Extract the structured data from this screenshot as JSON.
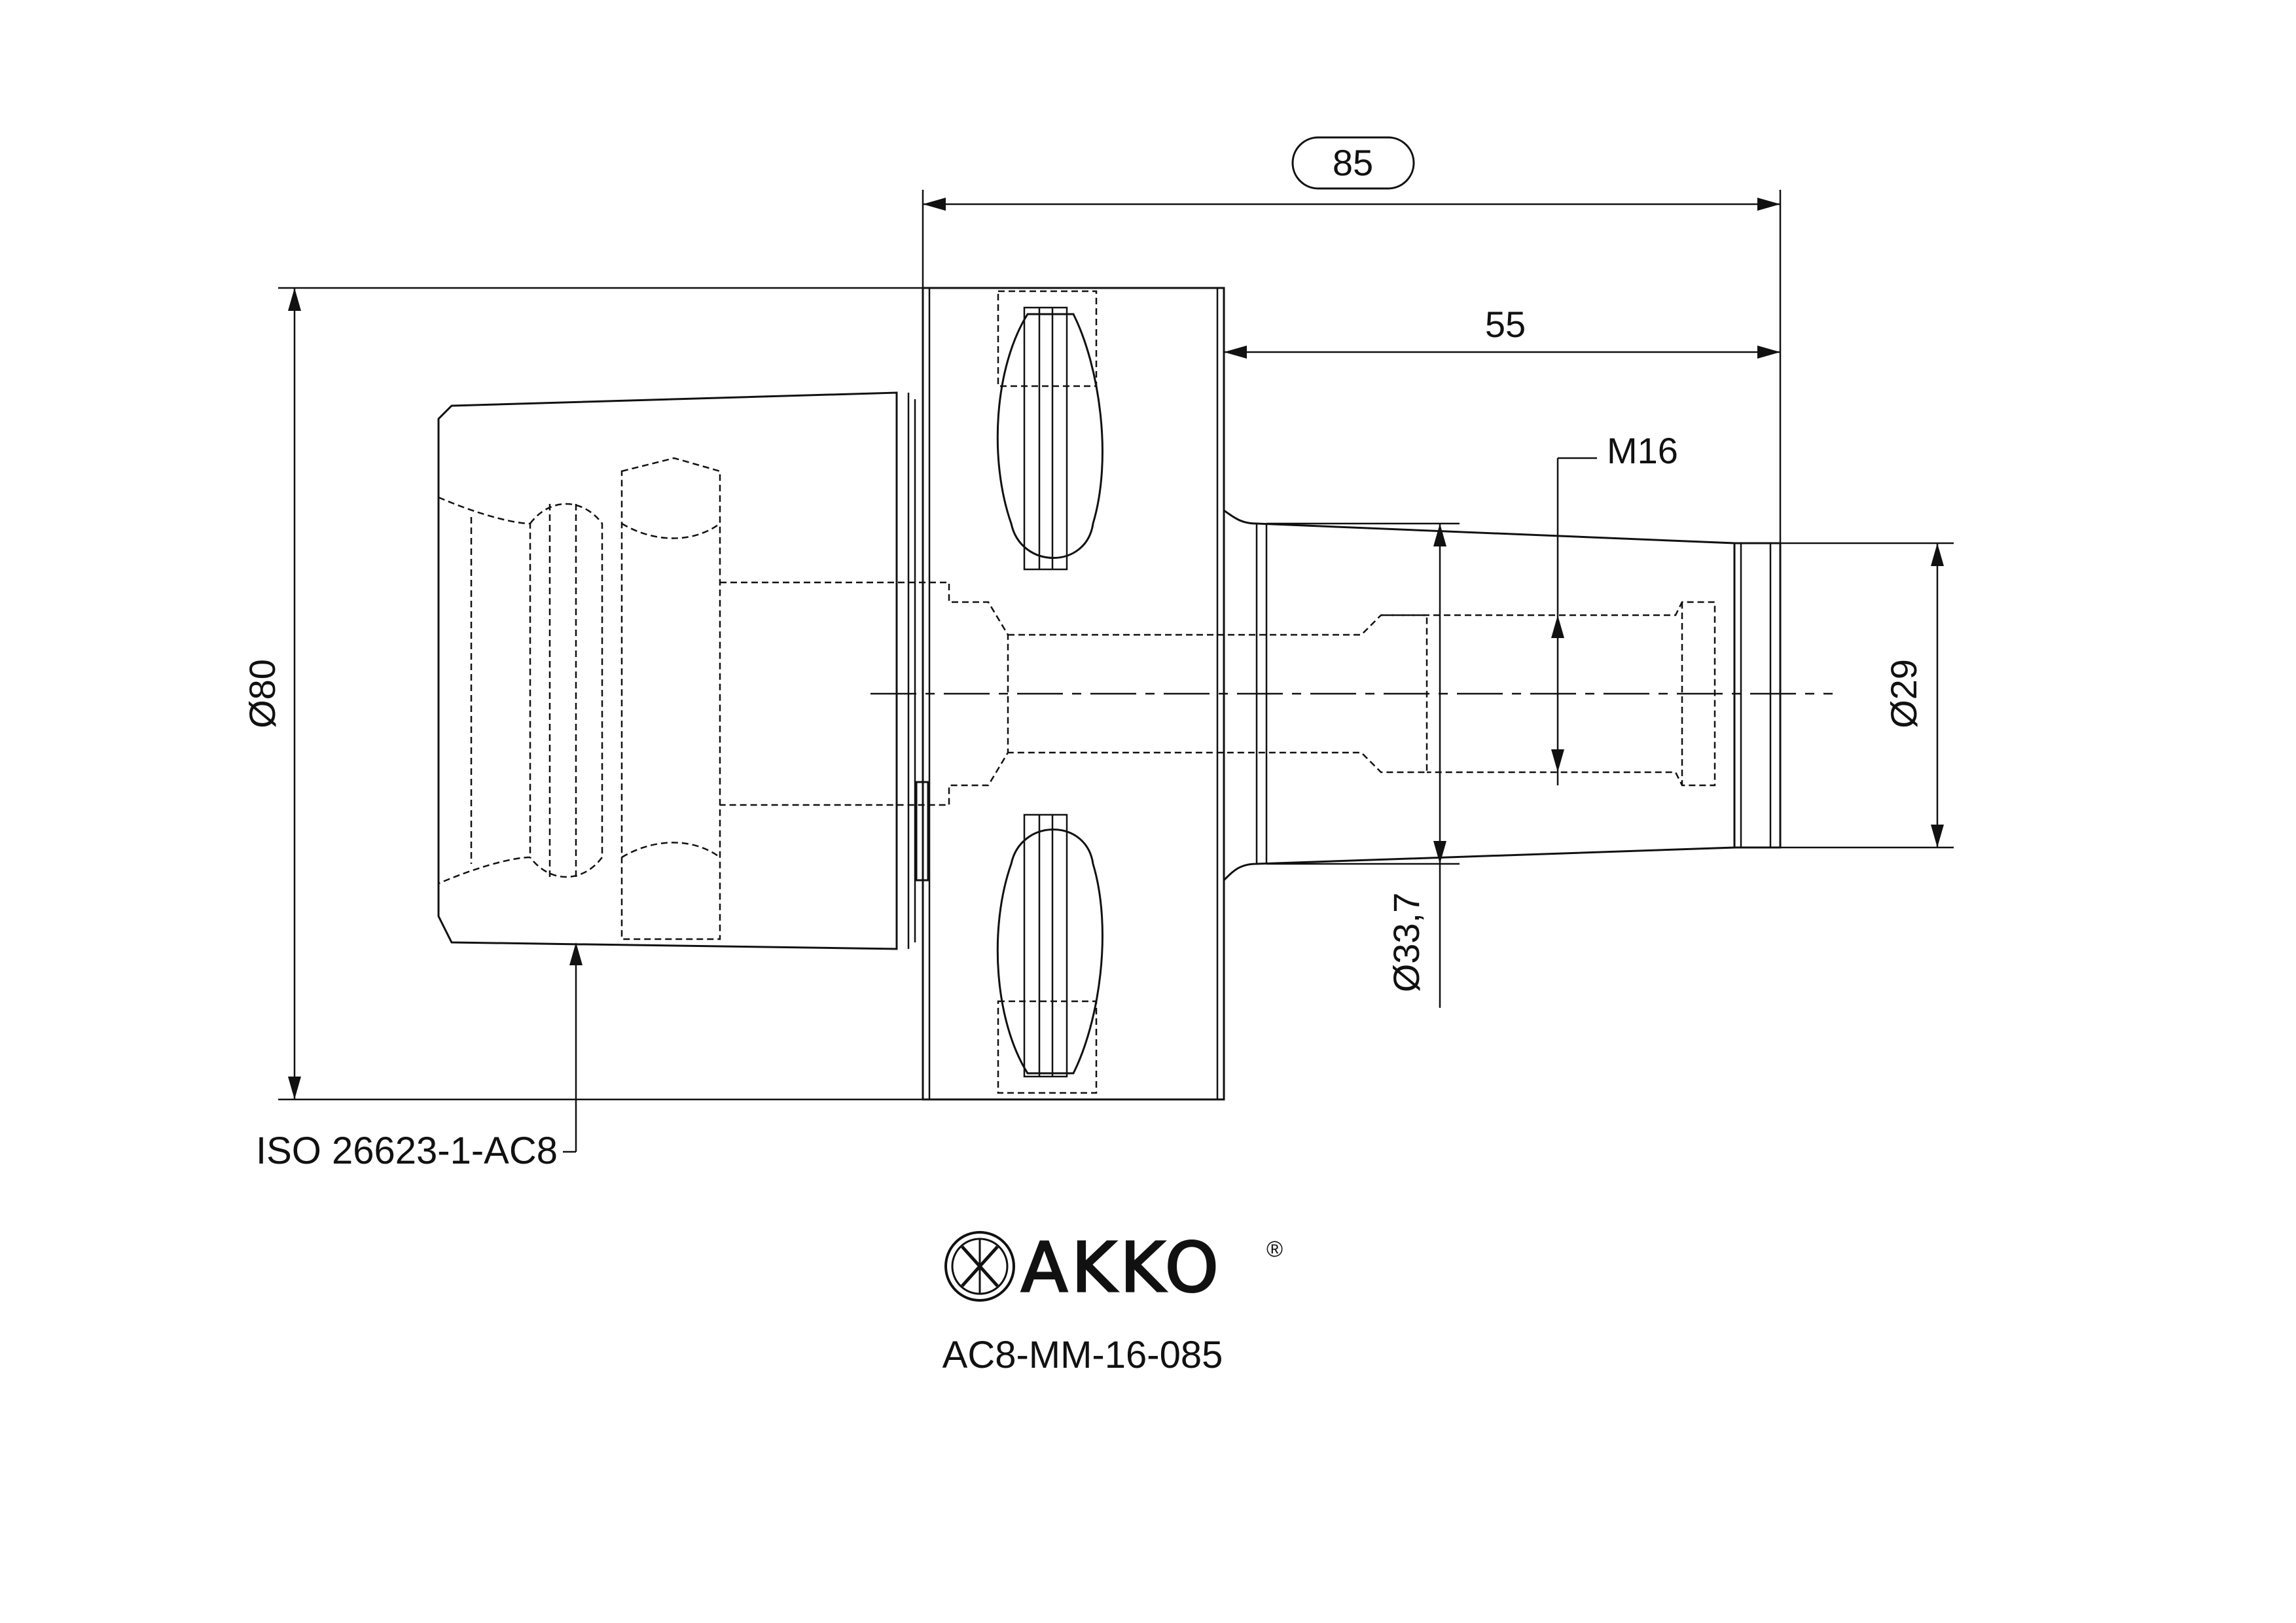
{
  "dimensions": {
    "overall_length": "85",
    "shank_length": "55",
    "flange_diameter": "Ø80",
    "shank_diameter_small": "Ø29",
    "shank_diameter_large": "Ø33,7",
    "thread": "M16"
  },
  "callout": {
    "interface_standard": "ISO 26623-1-AC8"
  },
  "brand": {
    "logo_text": "AKKO",
    "registered_mark": "®"
  },
  "product": {
    "code": "AC8-MM-16-085"
  }
}
